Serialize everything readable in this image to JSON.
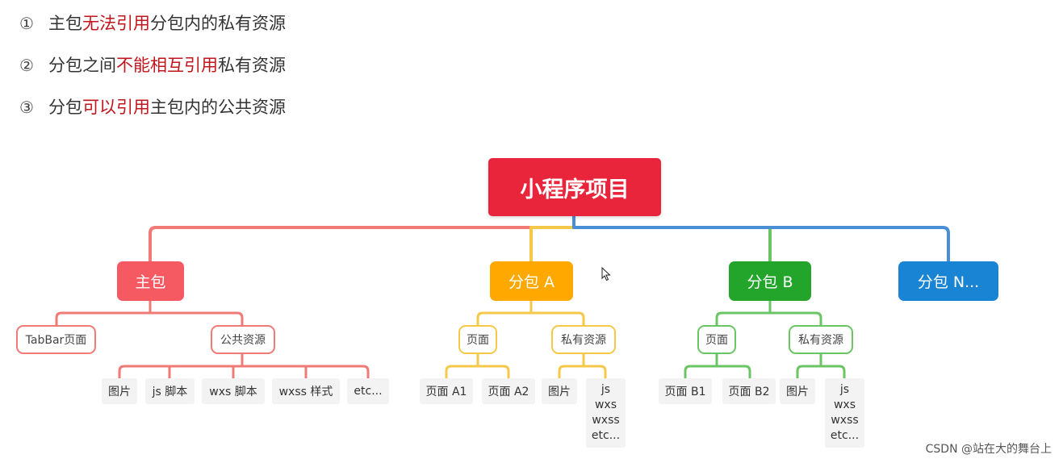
{
  "rules": [
    {
      "num": "①",
      "parts": [
        {
          "text": "主包",
          "hl": false
        },
        {
          "text": "无法引用",
          "hl": true
        },
        {
          "text": "分包内的私有资源",
          "hl": false
        }
      ]
    },
    {
      "num": "②",
      "parts": [
        {
          "text": "分包之间",
          "hl": false
        },
        {
          "text": "不能相互引用",
          "hl": true
        },
        {
          "text": "私有资源",
          "hl": false
        }
      ]
    },
    {
      "num": "③",
      "parts": [
        {
          "text": "分包",
          "hl": false
        },
        {
          "text": "可以引用",
          "hl": true
        },
        {
          "text": "主包内的公共资源",
          "hl": false
        }
      ]
    }
  ],
  "colors": {
    "highlight": "#c0151c",
    "root": "#e8253a",
    "main": "#f55a63",
    "sub_a": "#ffa800",
    "sub_b": "#22a52a",
    "sub_n": "#1a84d4",
    "line_main": "#f07a76",
    "line_a": "#f6c84a",
    "line_b": "#6cc565",
    "line_n": "#4a8fd6"
  },
  "diagram": {
    "root": "小程序项目",
    "main_package": {
      "label": "主包",
      "children": [
        {
          "label": "TabBar页面"
        },
        {
          "label": "公共资源",
          "items": [
            "图片",
            "js 脚本",
            "wxs 脚本",
            "wxss 样式",
            "etc..."
          ]
        }
      ]
    },
    "sub_a": {
      "label": "分包 A",
      "children": [
        {
          "label": "页面",
          "items": [
            "页面 A1",
            "页面 A2"
          ]
        },
        {
          "label": "私有资源",
          "items": [
            "图片",
            [
              "js",
              "wxs",
              "wxss",
              "etc..."
            ]
          ]
        }
      ]
    },
    "sub_b": {
      "label": "分包 B",
      "children": [
        {
          "label": "页面",
          "items": [
            "页面 B1",
            "页面 B2"
          ]
        },
        {
          "label": "私有资源",
          "items": [
            "图片",
            [
              "js",
              "wxs",
              "wxss",
              "etc..."
            ]
          ]
        }
      ]
    },
    "sub_n": {
      "label": "分包 N..."
    }
  },
  "watermark": "CSDN @站在大的舞台上"
}
